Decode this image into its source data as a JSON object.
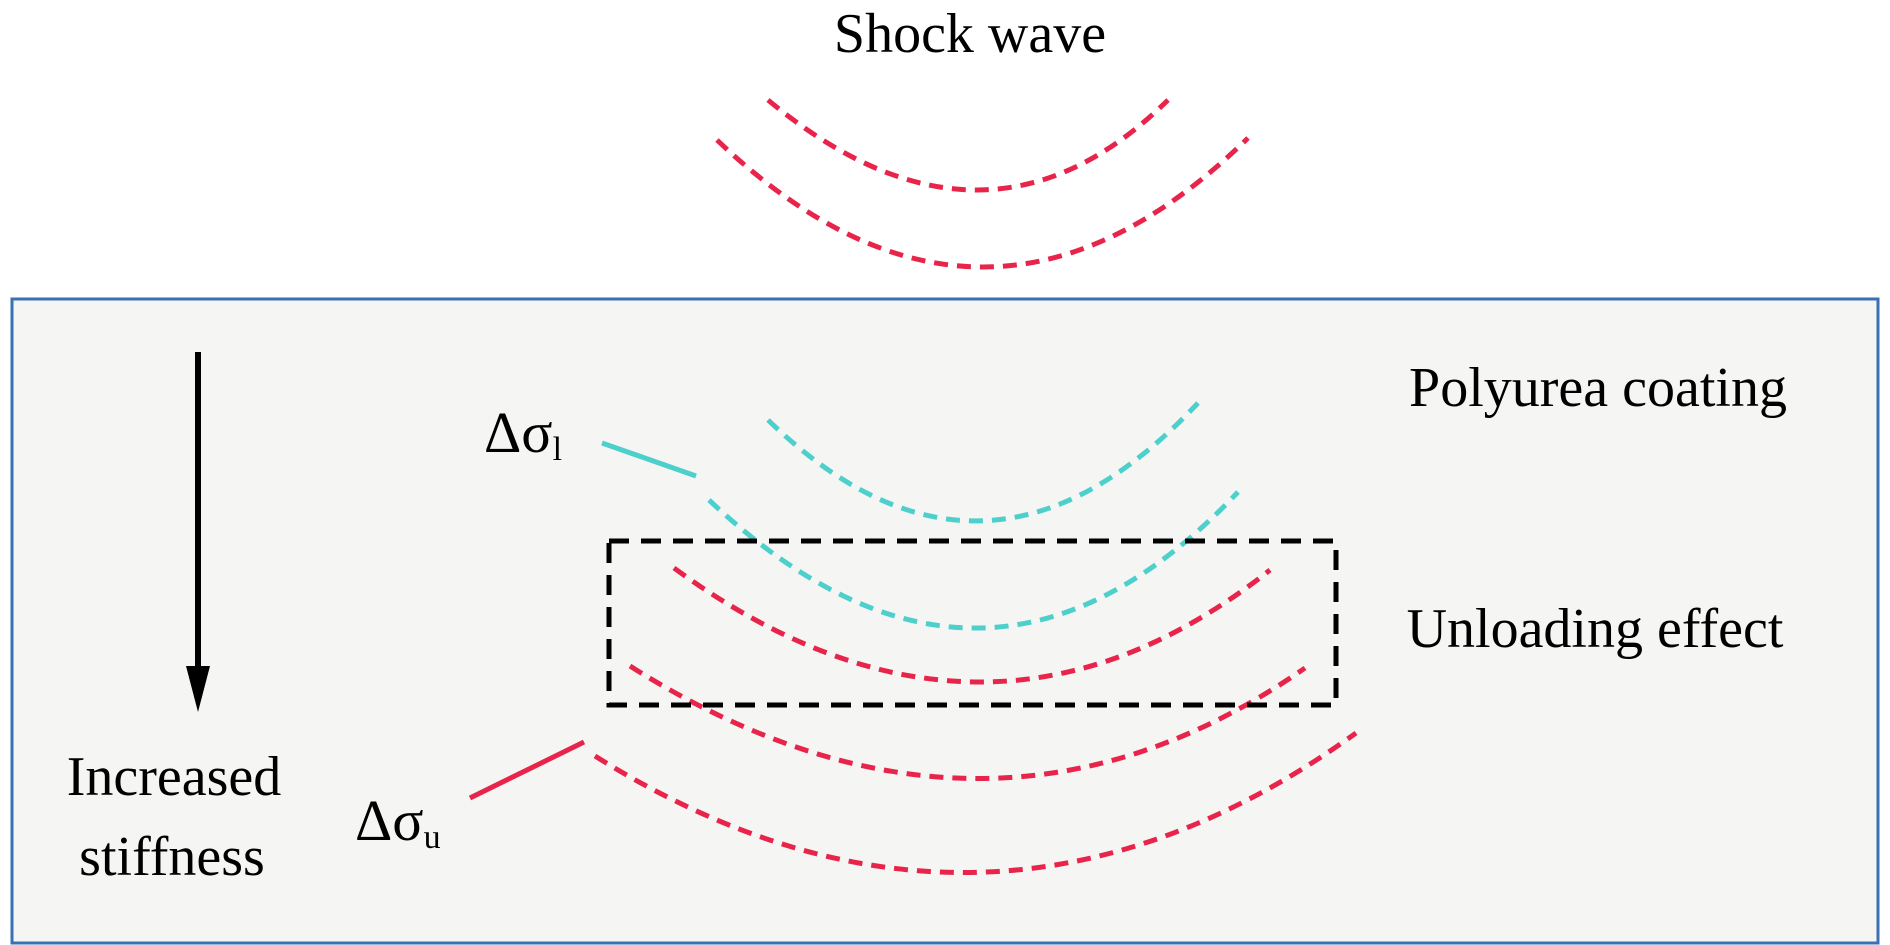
{
  "title": "Shock wave",
  "panel": {
    "label": "Polyurea coating",
    "fill_color": "#f5f5f4",
    "border_color": "#3a70b4"
  },
  "stiffness": {
    "line1": "Increased",
    "line2": "stiffness"
  },
  "unloading": {
    "label": "Unloading effect"
  },
  "delta_l": {
    "symbol": "Δσ",
    "subscript": "l"
  },
  "delta_u": {
    "symbol": "Δσ",
    "subscript": "u"
  },
  "colors": {
    "incident_wave": "#e8244a",
    "unloading_wave": "#4dd0cc",
    "arrow": "#000000",
    "dashed_box": "#000000"
  }
}
